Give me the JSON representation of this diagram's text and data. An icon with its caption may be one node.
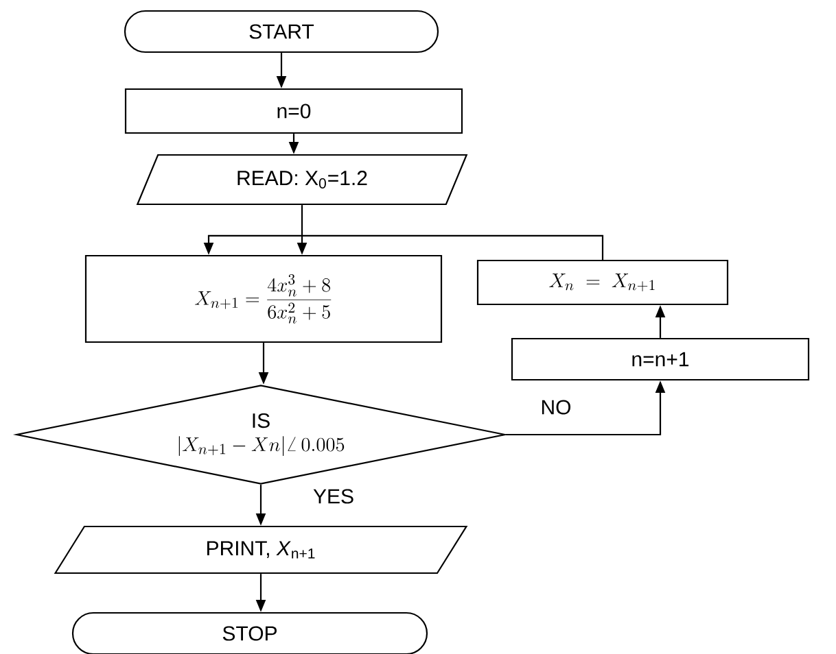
{
  "diagram": {
    "nodes": [
      {
        "text": [
          "START"
        ]
      },
      {
        "text": [
          "n=0"
        ]
      },
      {
        "text": [
          "READ:   X$_{0}$=1.2"
        ]
      },
      {
        "text": [
          "X_{n+1} = \\frac{4x_n^3+8}{6x_n^2+5}"
        ]
      },
      {
        "text": [
          "X_{n} \\; = \\; X_{n+1}"
        ]
      },
      {
        "text": [
          "n=n+1"
        ]
      },
      {
        "text": [
          "IS",
          "|X_{n+1} - Xn| \\angle\\, 0.005"
        ]
      },
      {
        "text": [
          "PRINT, *X*$_{n+1}$"
        ]
      },
      {
        "text": [
          "STOP"
        ]
      }
    ],
    "edges": [
      {
        "from": 0,
        "to": 1,
        "arrow": "to"
      },
      {
        "from": 1,
        "to": 2,
        "arrow": "to"
      },
      {
        "from": 2,
        "to": 3,
        "arrow": "to"
      },
      {
        "from": 3,
        "to": 6,
        "arrow": "to"
      },
      {
        "from": 6,
        "to": 5,
        "arrow": "to",
        "label": "NO"
      },
      {
        "from": 5,
        "to": 4,
        "arrow": "to"
      },
      {
        "from": 4,
        "to": 3,
        "arrow": "to"
      },
      {
        "from": 6,
        "to": 7,
        "arrow": "to",
        "label": "YES"
      },
      {
        "from": 7,
        "to": 8,
        "arrow": "to"
      }
    ]
  }
}
